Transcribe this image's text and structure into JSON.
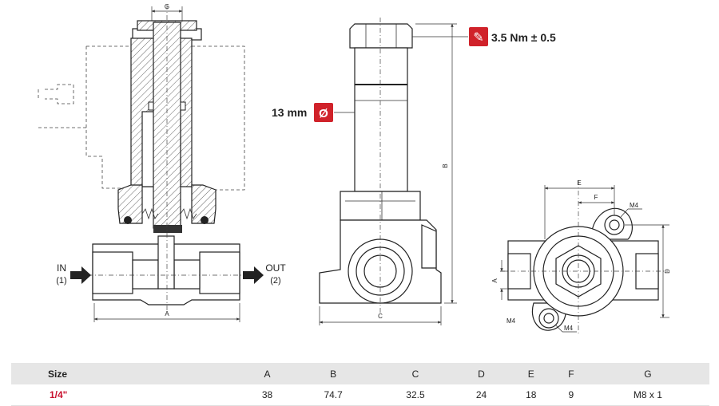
{
  "section_view": {
    "dimension_g": "G",
    "dimension_a": "A",
    "inlet_label": "IN",
    "inlet_port": "(1)",
    "outlet_label": "OUT",
    "outlet_port": "(2)"
  },
  "side_view": {
    "torque_spec": "3.5 Nm ± 0.5",
    "coil_diameter": "13 mm",
    "diameter_symbol": "Ø",
    "dimension_b": "B",
    "dimension_c": "C"
  },
  "top_view": {
    "dimension_e": "E",
    "dimension_f": "F",
    "dimension_d": "D",
    "dimension_a": "A",
    "mount_thread_top": "M4",
    "mount_thread_bottom_left": "M4",
    "mount_thread_bottom": "M4"
  },
  "colors": {
    "accent": "#d0222a",
    "table_header": "#e6e6e6",
    "size_text": "#c8102e"
  },
  "icons": {
    "torque": "wrench-icon",
    "diameter": "diameter-icon"
  },
  "spec_table": {
    "headers": [
      "Size",
      "A",
      "B",
      "C",
      "D",
      "E",
      "F",
      "G"
    ],
    "rows": [
      [
        "1/4\"",
        "38",
        "74.7",
        "32.5",
        "24",
        "18",
        "9",
        "M8 x 1"
      ]
    ]
  }
}
